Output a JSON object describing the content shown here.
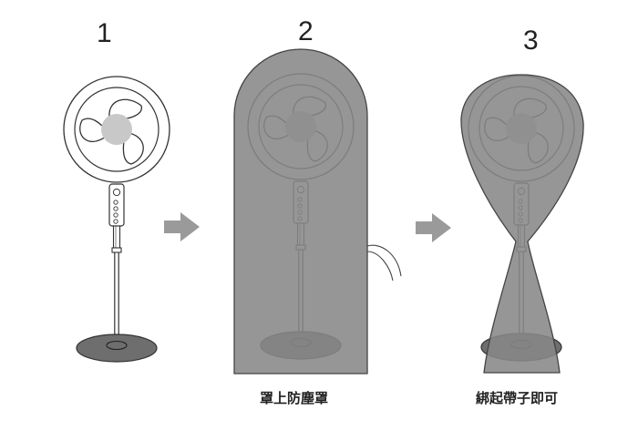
{
  "steps": [
    {
      "number": "1",
      "caption": ""
    },
    {
      "number": "2",
      "caption": "罩上防塵罩"
    },
    {
      "number": "3",
      "caption": "綁起帶子即可"
    }
  ],
  "colors": {
    "stroke": "#333333",
    "fan_hub": "#c8c8c8",
    "base_fill": "#6e6e6e",
    "cover_fill": "#888888",
    "arrow": "#9a9a9a",
    "background": "#ffffff"
  }
}
